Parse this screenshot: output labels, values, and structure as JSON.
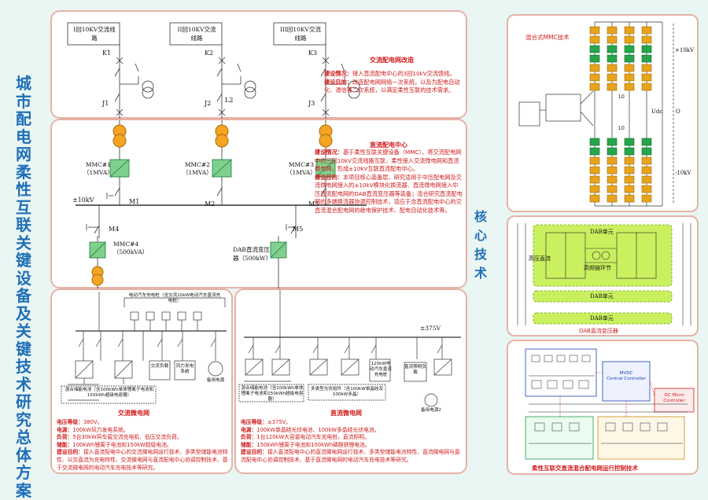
{
  "main_title": "城市配电网柔性互联关键设备及关键技术研究总体方案",
  "side_title": "核心技术",
  "top_panel": {
    "lines": [
      "I回10KV交流线路",
      "II回10KV交流线路",
      "III回10KV交流线路"
    ],
    "switch_k": [
      "K1",
      "K2",
      "K3"
    ],
    "switch_j": [
      "J1",
      "J2",
      "J3"
    ],
    "l2": "L2",
    "heading": "交流配电网改造",
    "construction_label": "建设情况：",
    "construction_text": "接入直流配电中心的3回10kV交流馈线。",
    "goal_label": "建设目的：",
    "goal_text": "改造配电网网络一次系统，以及为配电自动化、通信等二次系统，以满足柔性互联的技术需求。"
  },
  "mid_panel": {
    "mmc": [
      "MMC#1\n（1MVA）",
      "MMC#2\n（1MVA）",
      "MMC#3\n（1MVA）"
    ],
    "bus_label": "±10kV",
    "m_labels": [
      "M1",
      "M2",
      "M3"
    ],
    "heading": "直流配电中心",
    "construction_label": "建设情况：",
    "construction_text": "基于柔性互联关键设备（MMC），将交流配电网中的三回10kV交流线路互联，柔性接入交流微电网和直流微电网，形成±10kV互联直流配电中心。",
    "goal_label": "建设目的：",
    "goal_text": "本项目核心装备层，研究适用于中压配电网及交流微电网接入的±10kV模块化换流器、直流微电网接入中压直流配电网的DAB直流变压器等装备；适合研究直流配电网的多端换流器协调控制技术，适应于含直流配电中心的交直流混合配电网的继电保护技术、配电自动化技术等。"
  },
  "lower_mid": {
    "m4": "M4",
    "m5": "M5",
    "mmc4": "MMC#4\n（500kVA）",
    "dab": "DAB直流变压\n器（500kW）"
  },
  "ac_micro": {
    "ev_label": "电动汽车充电桩（含交流10kW电动汽车直流充电桩）",
    "loads": [
      "交流负载",
      "风力发电系统",
      "备用电源"
    ],
    "storage_label": "混合储能电池（含100kWh单体锂离子电池和150kWh超级电容器）",
    "heading": "交流微电网",
    "items": [
      {
        "k": "电压等级：",
        "v": "380V。"
      },
      {
        "k": "电源：",
        "v": "100kW风力发电系统。"
      },
      {
        "k": "负荷：",
        "v": "5台30kW异车载交流充电机、低压交流负荷。"
      },
      {
        "k": "储能：",
        "v": "100kWh锂离子电池和150kW超级电池。"
      },
      {
        "k": "建设目的：",
        "v": "接入直流配电中心的交流微电网运行技术、多类型储能电池特性、以交直流为充电特性、交流微电网与直流配电中心协调控制技术、基于交流微电网的电动汽车充电技术等研究。"
      }
    ]
  },
  "dc_micro": {
    "bus": "±375V",
    "ev_label": "120kW电动汽车直流充电桩",
    "load": "直流照明负载",
    "backup": "备用电源2",
    "storage_label": "混合储能电池（含100kWh单体锂离子电池和150kWh超级电容器）",
    "pv_label": "多类型光伏组件（含100kW单晶硅及100kW多晶）",
    "heading": "直流微电网",
    "items": [
      {
        "k": "电压等级：",
        "v": "±375V。"
      },
      {
        "k": "电源：",
        "v": "100kW单晶硅光伏电池、100kW多晶硅光伏电池。"
      },
      {
        "k": "负荷：",
        "v": "1台120kW大容量电动汽车充电桩，直流照明。"
      },
      {
        "k": "储能：",
        "v": "150kWh锂离子电池和100kWh磷酸铁锂电池。"
      },
      {
        "k": "建设目的：",
        "v": "接入直流配电中心的直流微电网运行技术、多类型储能电池特性、直流微电网与直流配电中心协调控制技术、基于直流微电网的电动汽车充电技术等研究。"
      }
    ]
  },
  "mmc_panel": {
    "title": "混合式MMC技术",
    "pos": "+10kV",
    "neg": "-10kV",
    "udc": "Udc",
    "zero": "O",
    "l0": "L0"
  },
  "dab_panel": {
    "unit_top": "DAB单元",
    "hv": "高压直流",
    "hf": "高频链环节",
    "unit_mid": "DAB单元",
    "unit_bot": "DAB单元",
    "caption": "DAB直流变压器"
  },
  "control_panel": {
    "caption": "柔性互联交直流混合配电网运行控制技术",
    "box1": "MVDC\nCentral Controller",
    "box2": "DC Micro\nController"
  }
}
